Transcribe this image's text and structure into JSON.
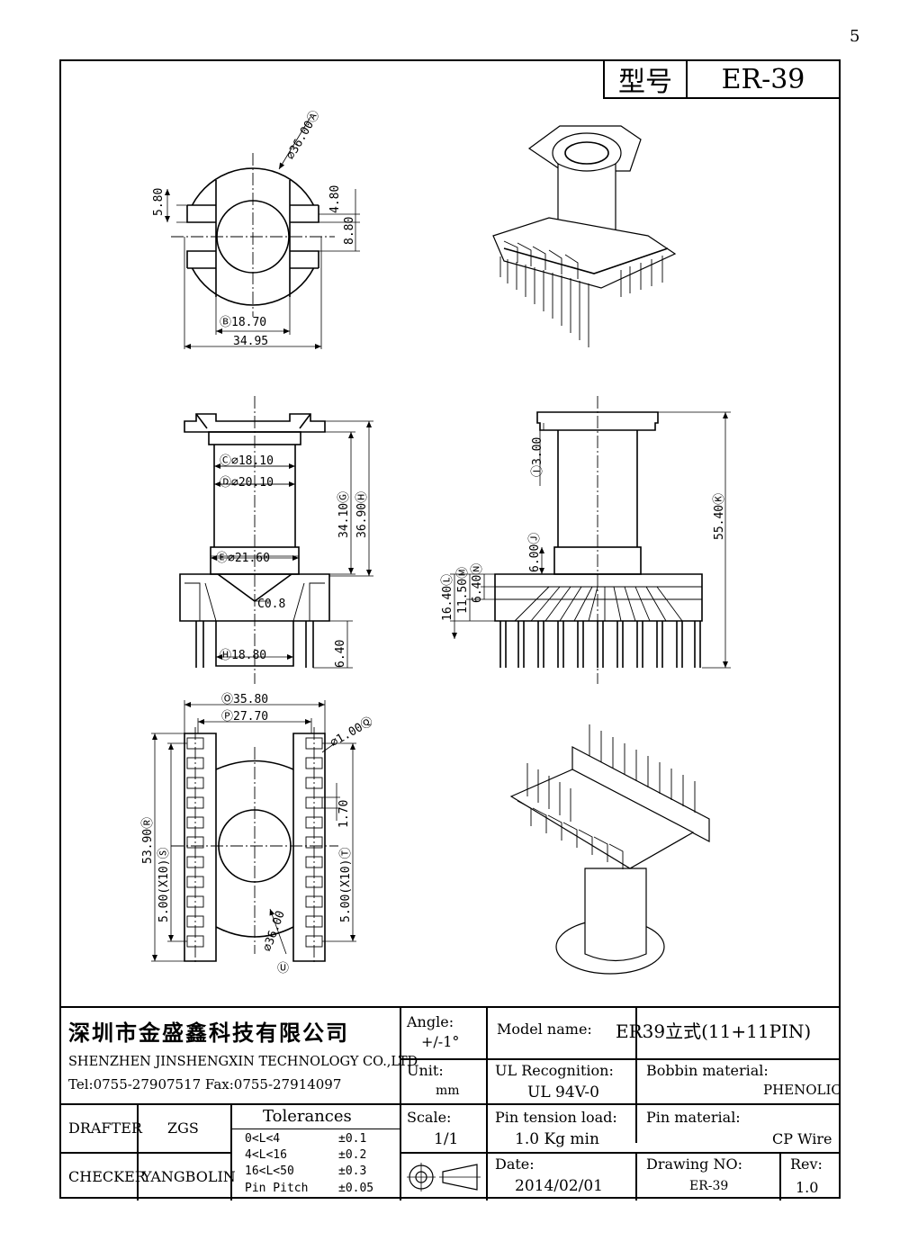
{
  "page_mark": "5",
  "model_box": {
    "label": "型号",
    "value": "ER-39"
  },
  "top_view": {
    "dim_outer_dia": "⌀36.00Ⓐ",
    "dim_left_slot": "5.80",
    "dim_slot_width": "4.80",
    "dim_slot_span": "8.80",
    "dim_bore": "Ⓑ18.70",
    "dim_width": "34.95"
  },
  "front_view": {
    "dim_c": "Ⓒ⌀18.10",
    "dim_d": "Ⓓ⌀20.10",
    "dim_e": "Ⓔ⌀21.60",
    "dim_chamfer": "C0.8",
    "dim_h": "Ⓗ18.80",
    "dim_pin": "6.40",
    "dim_341": "34.10Ⓖ",
    "dim_369": "36.90Ⓗ"
  },
  "side_view": {
    "dim_flange": "Ⓘ3.00",
    "dim_step": "6.00Ⓙ",
    "dim_total": "55.40Ⓚ",
    "dim_1640": "16.40Ⓛ",
    "dim_1150": "11.50Ⓜ",
    "dim_640": "6.40Ⓝ"
  },
  "bottom_view": {
    "dim_3580": "Ⓞ35.80",
    "dim_2770": "Ⓟ27.70",
    "dim_pin_dia": "⌀1.00Ⓠ",
    "dim_170": "1.70",
    "dim_5390": "53.90Ⓡ",
    "dim_pitch_left": "5.00(X10)Ⓢ",
    "dim_pitch_right": "5.00(X10)Ⓣ",
    "dim_dia_b": "⌀36.00",
    "dim_u": "Ⓤ"
  },
  "title_block": {
    "company_cn": "深圳市金盛鑫科技有限公司",
    "company_en": "SHENZHEN JINSHENGXIN TECHNOLOGY CO.,LTD",
    "contact": "Tel:0755-27907517   Fax:0755-27914097",
    "angle_label": "Angle:",
    "angle_value": "+/-1°",
    "model_name_label": "Model name:",
    "model_name_value": "ER39立式(11+11PIN)",
    "unit_label": "Unit:",
    "unit_value": "mm",
    "ul_label": "UL Recognition:",
    "ul_value": "UL 94V-0",
    "bobbin_label": "Bobbin material:",
    "bobbin_value": "PHENOLIC",
    "drafter_label": "DRAFTER",
    "drafter_value": "ZGS",
    "checker_label": "CHECKER",
    "checker_value": "YANGBOLIN",
    "tolerances_label": "Tolerances",
    "tolerances": [
      {
        "range": "0<L<4",
        "value": "±0.1"
      },
      {
        "range": "4<L<16",
        "value": "±0.2"
      },
      {
        "range": "16<L<50",
        "value": "±0.3"
      },
      {
        "range": "Pin Pitch",
        "value": "±0.05"
      }
    ],
    "scale_label": "Scale:",
    "scale_value": "1/1",
    "pin_tension_label": "Pin tension load:",
    "pin_tension_value": "1.0 Kg min",
    "pin_material_label": "Pin material:",
    "pin_material_value": "CP Wire",
    "date_label": "Date:",
    "date_value": "2014/02/01",
    "drawing_no_label": "Drawing NO:",
    "drawing_no_value": "ER-39",
    "rev_label": "Rev:",
    "rev_value": "1.0"
  }
}
